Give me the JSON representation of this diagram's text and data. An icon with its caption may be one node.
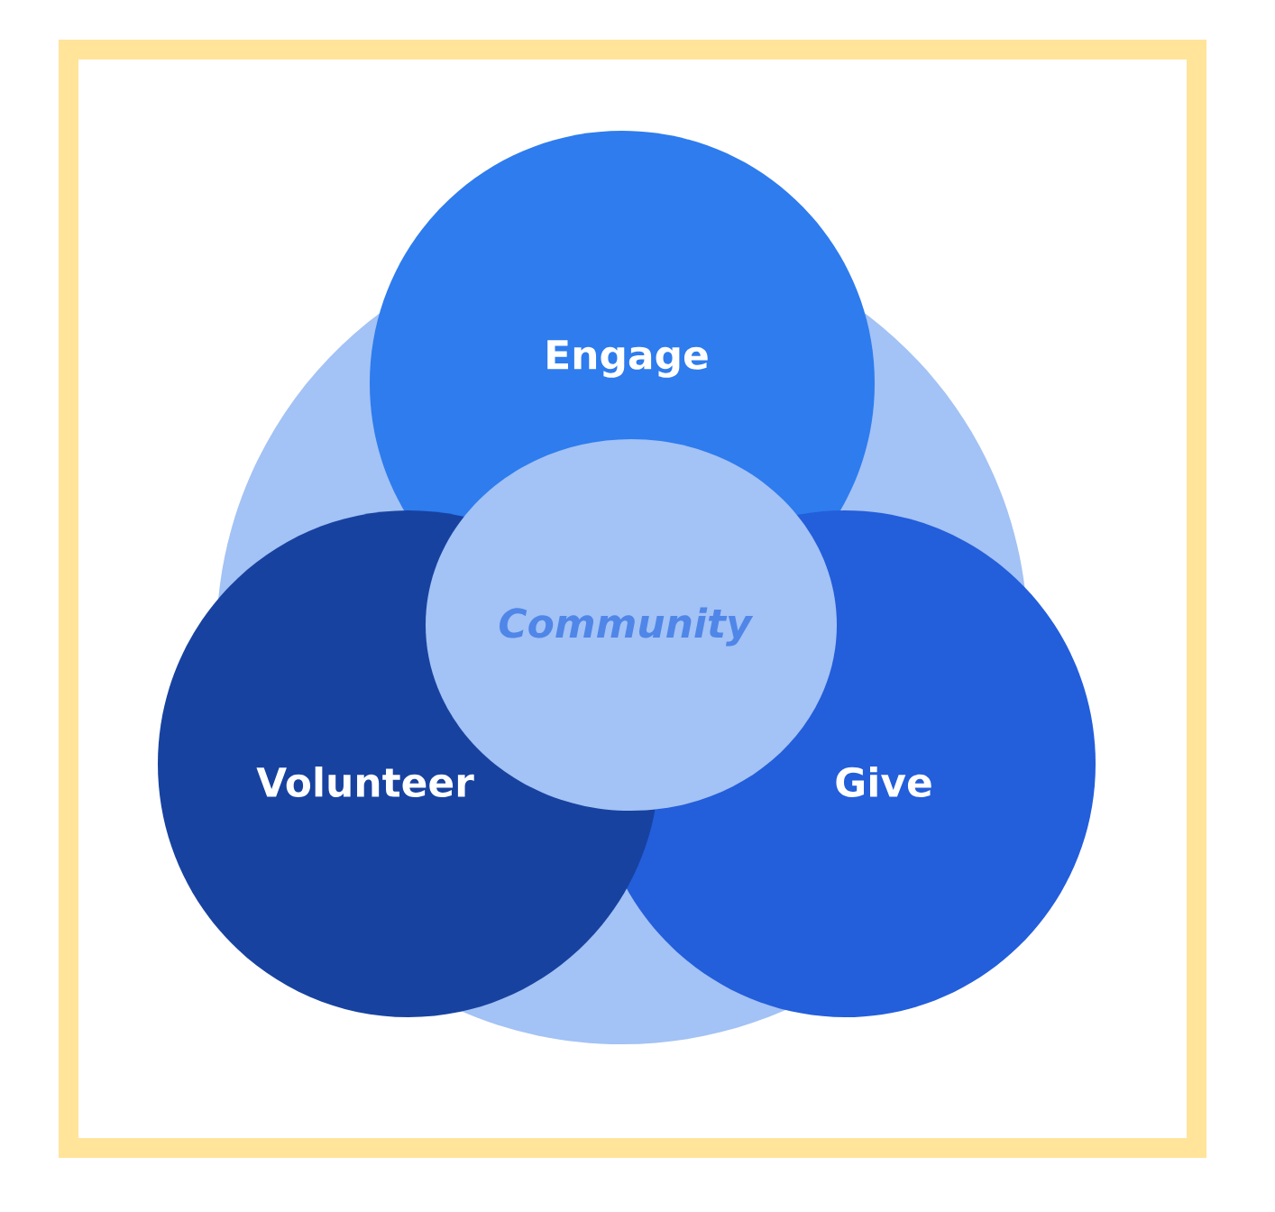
{
  "diagram": {
    "nodes": [
      {
        "text": [
          "Engage"
        ]
      },
      {
        "text": [
          "Give"
        ]
      },
      {
        "text": [
          "Volunteer"
        ]
      },
      {
        "text": [
          "Community"
        ]
      }
    ]
  }
}
